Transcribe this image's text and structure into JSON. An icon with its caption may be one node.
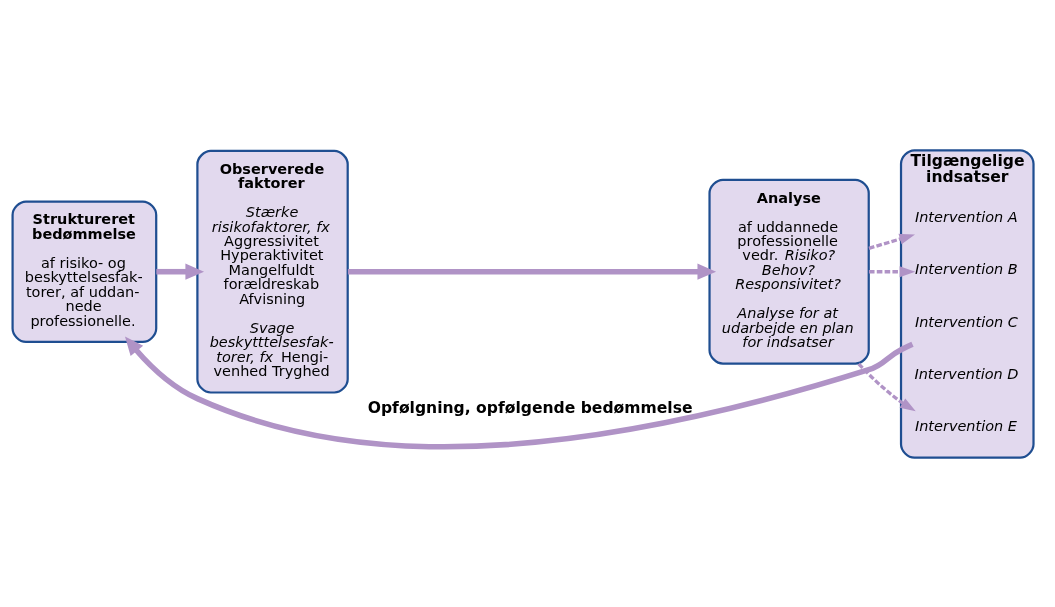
{
  "diagram": {
    "nodes": [
      {
        "text": [
          "Struktureret bedømmelse",
          "af risiko- og beskyttelsesfak- torer, af uddan- nede professionelle."
        ]
      },
      {
        "text": [
          "Observerede faktorer",
          "*Stærke risikofaktorer, fx* Aggressivitet Hyperaktivitet Mangelfuldt forældreskab Afvisning",
          "*Svage beskytttelsesfak- torer, fx* Hengi- venhed Tryghed"
        ]
      },
      {
        "text": [
          "Analyse",
          "af uddannede professionelle vedr. *Risiko? Behov? Responsivitet?*",
          "Analyse for at udarbejde en plan for indsatser"
        ]
      },
      {
        "text": [
          "Tilgængelige indsatser"
        ]
      },
      {
        "text": [
          "Intervention A"
        ],
        "in": 3
      },
      {
        "text": [
          "Intervention B"
        ],
        "in": 3
      },
      {
        "text": [
          "Intervention C"
        ],
        "in": 3
      },
      {
        "text": [
          "Intervention D"
        ],
        "in": 3
      },
      {
        "text": [
          "Intervention E"
        ],
        "in": 3
      }
    ],
    "edges": [
      {
        "from": 0,
        "to": 1,
        "arrow": "to"
      },
      {
        "from": 1,
        "to": 2,
        "arrow": "to"
      },
      {
        "from": 2,
        "to": 4,
        "arrow": "to",
        "style": "dashed"
      },
      {
        "from": 2,
        "to": 5,
        "arrow": "to",
        "style": "dashed"
      },
      {
        "from": 2,
        "to": 8,
        "arrow": "to",
        "style": "dashed"
      },
      {
        "from": 6,
        "to": 0,
        "arrow": "to",
        "label": "Opfølgning, opfølgende bedømmelse"
      }
    ]
  }
}
